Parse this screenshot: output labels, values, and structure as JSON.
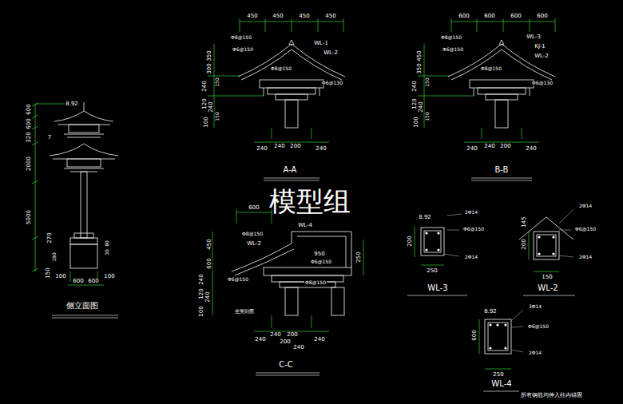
{
  "diagram": {
    "labels": [
      "8.92",
      "600",
      "600",
      "320",
      "7",
      "2000",
      "5000",
      "270",
      "80",
      "30",
      "180",
      "150",
      "100",
      "600",
      "600",
      "100",
      "侧立面图",
      "450",
      "450",
      "450",
      "450",
      "Φ8@150",
      "Φ6@150",
      "WL-1",
      "WL-2",
      "Φ8@150",
      "Φ6@130",
      "350",
      "300",
      "150",
      "240",
      "120",
      "240",
      "150",
      "100",
      "240",
      "240",
      "200",
      "240",
      "A-A",
      "600",
      "600",
      "600",
      "600",
      "Φ8@150",
      "Φ6@150",
      "WL-3",
      "KJ-1",
      "WL-2",
      "Φ8@150",
      "Φ6@130",
      "450",
      "350",
      "150",
      "240",
      "120",
      "240",
      "150",
      "100",
      "240",
      "240",
      "200",
      "240",
      "B-B",
      "600",
      "WL-4",
      "Φ8@150",
      "WL-2",
      "950",
      "Φ6@150",
      "250",
      "Φ6@150",
      "Φ8@150",
      "坐凳剖面",
      "450",
      "600",
      "240",
      "120",
      "240",
      "100",
      "240",
      "240",
      "200",
      "200",
      "240",
      "240",
      "C-C",
      "模型组",
      "8.92",
      "2Φ14",
      "Φ6@150",
      "2Φ14",
      "200",
      "250",
      "WL-3",
      "2Φ14",
      "145",
      "200",
      "Φ6@150",
      "2Φ14",
      "150",
      "WL-2",
      "8.92",
      "3Φ14",
      "Φ6@150",
      "2Φ14",
      "600",
      "250",
      "WL-4",
      "所有钢筋均伸入柱内锚固"
    ]
  }
}
